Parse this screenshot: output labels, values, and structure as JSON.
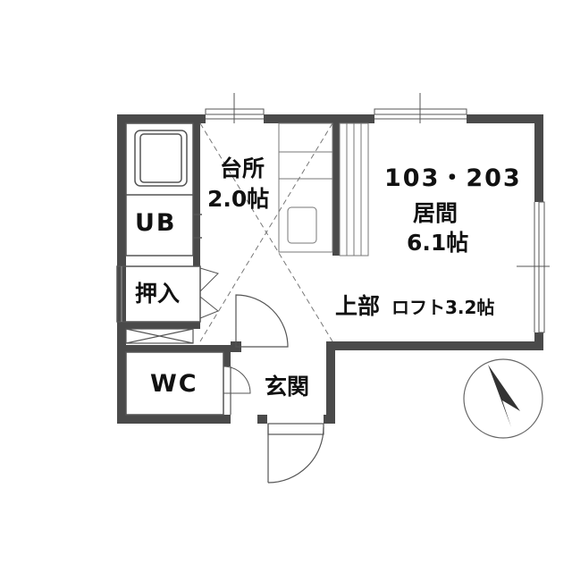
{
  "plan": {
    "unit_number": "103・203",
    "rooms": {
      "kitchen": {
        "name": "台所",
        "size": "2.0帖"
      },
      "living": {
        "name": "居間",
        "size": "6.1帖"
      },
      "loft_prefix": "上部",
      "loft": "ロフト3.2帖",
      "bath": "UB",
      "closet": "押入",
      "toilet": "WC",
      "entrance": "玄関"
    }
  },
  "colors": {
    "wall": "#4a4a4a",
    "line": "#555555",
    "thin": "#888888"
  },
  "icons": [
    "north-arrow-icon"
  ]
}
